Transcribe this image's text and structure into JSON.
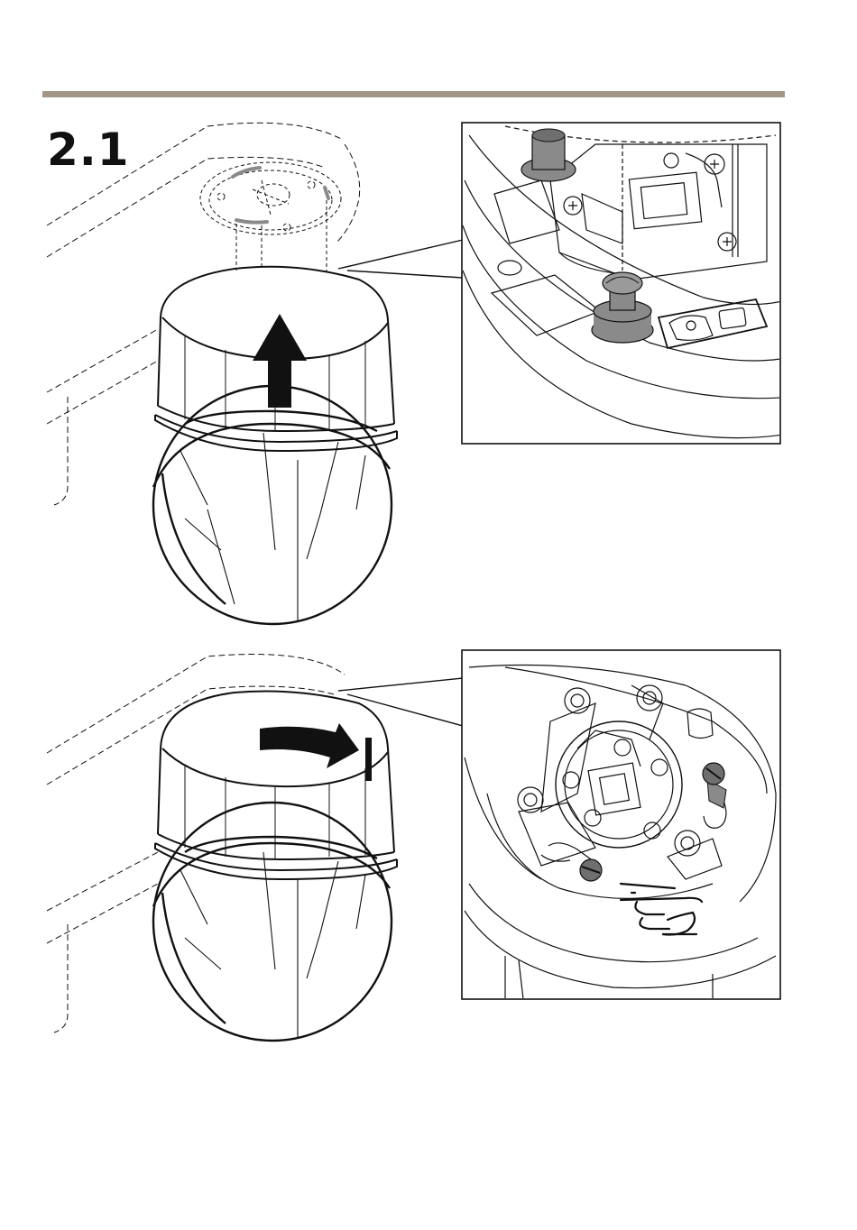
{
  "step": {
    "number": "2.1"
  },
  "colors": {
    "rule": "#a39688",
    "ink": "#111111",
    "shade": "#8a8a8a",
    "shade_dark": "#6f6f6f"
  },
  "figures": [
    {
      "id": "lift",
      "icon": "arrow-up-icon"
    },
    {
      "id": "twist",
      "icon": "curved-arrow-right-icon"
    }
  ]
}
